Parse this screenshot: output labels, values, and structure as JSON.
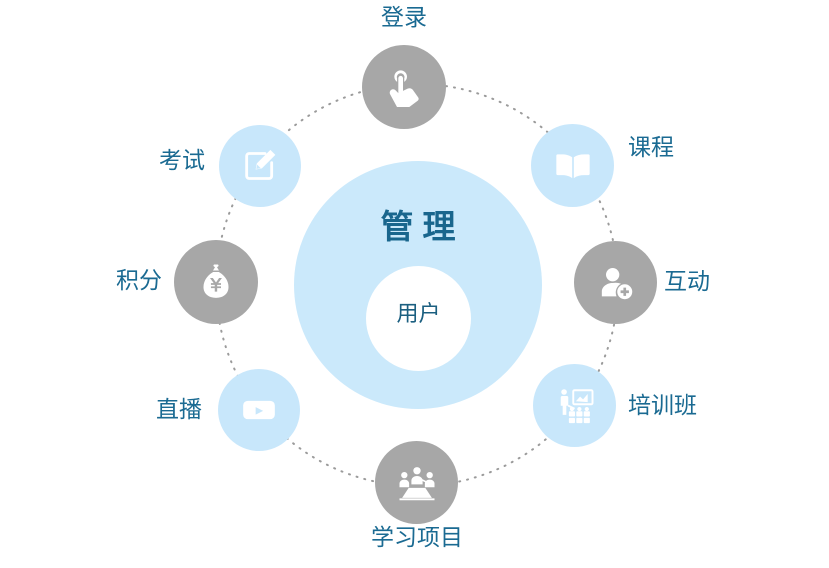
{
  "diagram": {
    "center": {
      "title": "管理",
      "subtitle": "用户"
    },
    "colors": {
      "gray_node": "#a7a7a7",
      "blue_node": "#c8e7fb",
      "center_circle": "#cbe9fb",
      "text": "#1a6a92",
      "center_title_text": "#19668d",
      "dotted_ring": "#9b9b9b",
      "background": "#ffffff"
    },
    "nodes": [
      {
        "id": "login",
        "label": "登录",
        "icon": "touch-tap-icon",
        "style": "gray",
        "label_pos": "top"
      },
      {
        "id": "course",
        "label": "课程",
        "icon": "open-book-icon",
        "style": "blue",
        "label_pos": "right"
      },
      {
        "id": "interact",
        "label": "互动",
        "icon": "person-add-icon",
        "style": "gray",
        "label_pos": "right"
      },
      {
        "id": "training",
        "label": "培训班",
        "icon": "classroom-icon",
        "style": "blue",
        "label_pos": "right"
      },
      {
        "id": "project",
        "label": "学习项目",
        "icon": "group-meeting-icon",
        "style": "gray",
        "label_pos": "bottom"
      },
      {
        "id": "live",
        "label": "直播",
        "icon": "video-play-icon",
        "style": "blue",
        "label_pos": "left"
      },
      {
        "id": "points",
        "label": "积分",
        "icon": "money-bag-yen-icon",
        "style": "gray",
        "label_pos": "left"
      },
      {
        "id": "exam",
        "label": "考试",
        "icon": "edit-square-icon",
        "style": "blue",
        "label_pos": "left"
      }
    ]
  }
}
